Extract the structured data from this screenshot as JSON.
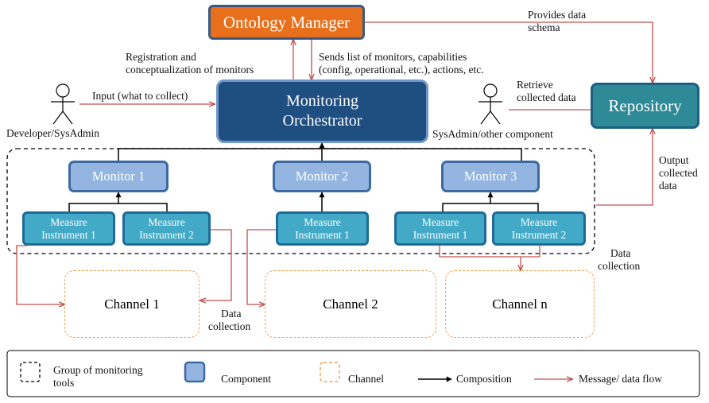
{
  "boxes": {
    "ontology_manager": "Ontology Manager",
    "monitoring_orchestrator": [
      "Monitoring",
      "Orchestrator"
    ],
    "repository": "Repository",
    "monitors": [
      "Monitor 1",
      "Monitor 2",
      "Monitor 3"
    ],
    "instruments": [
      [
        "Measure",
        "Instrument 1"
      ],
      [
        "Measure",
        "Instrument 2"
      ],
      [
        "Measure",
        "Instrument 1"
      ],
      [
        "Measure",
        "Instrument 1"
      ],
      [
        "Measure",
        "Instrument 2"
      ]
    ],
    "channels": [
      "Channel 1",
      "Channel 2",
      "Channel n"
    ]
  },
  "actors": {
    "developer": "Developer/SysAdmin",
    "sysadmin_other": "SysAdmin/other component"
  },
  "labels": {
    "registration": [
      "Registration and",
      "conceptualization of monitors"
    ],
    "sends_list": [
      "Sends list of monitors, capabilities",
      "(config, operational, etc.), actions, etc."
    ],
    "provides_schema": [
      "Provides data",
      "schema"
    ],
    "input": "Input (what to collect)",
    "retrieve": [
      "Retrieve",
      "collected data"
    ],
    "output": [
      "Output",
      "collected",
      "data"
    ],
    "data_collection_1": [
      "Data",
      "collection"
    ],
    "data_collection_2": [
      "Data",
      "collection"
    ]
  },
  "legend": {
    "group": [
      "Group of monitoring",
      "tools"
    ],
    "component": "Component",
    "channel": "Channel",
    "composition": "Composition",
    "message": "Message/ data flow"
  },
  "colors": {
    "ontology_manager": "#e8701c",
    "orchestrator": "#1f4e80",
    "repository": "#2f8a97",
    "monitor": "#93b5e0",
    "instrument": "#42a9c6",
    "channel_border": "#f0a154",
    "message_arrow": "#c0504d"
  }
}
